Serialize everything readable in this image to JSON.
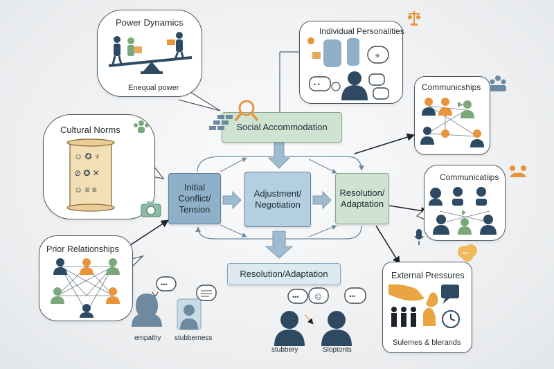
{
  "bubbles": {
    "power": {
      "title": "Power Dynamics",
      "caption": "Enequal power"
    },
    "personalities": {
      "title": "Individual Personalities"
    },
    "cultural": {
      "title": "Cultural Norms"
    },
    "communiships": {
      "title": "Communicships"
    },
    "communicatiips": {
      "title": "Communicatiips"
    },
    "prior": {
      "title": "Prior Relationships"
    },
    "external": {
      "title": "External Pressures",
      "caption": "Sulemes & blerands"
    }
  },
  "nodes": {
    "social": "Social Accommodation",
    "initial": "Initial Conflict/ Tension",
    "adjust": "Adjustment/ Negotiation",
    "resolutionRight": "Resolution/ Adaptation",
    "resolutionBottom": "Resolution/Adaptation"
  },
  "figures": {
    "empathy": "empathy",
    "stubberness": "stubberness",
    "stubbery": "stubbery",
    "sloptonts": "Sloptonts"
  },
  "colors": {
    "nodeBlue": "#8fb0c8",
    "nodeLight": "#b4cfe0",
    "nodeGreen": "#cfe3d2",
    "figureNavy": "#2e4a63",
    "accentOrange": "#e8943a",
    "accentGreen": "#7aa87c"
  }
}
